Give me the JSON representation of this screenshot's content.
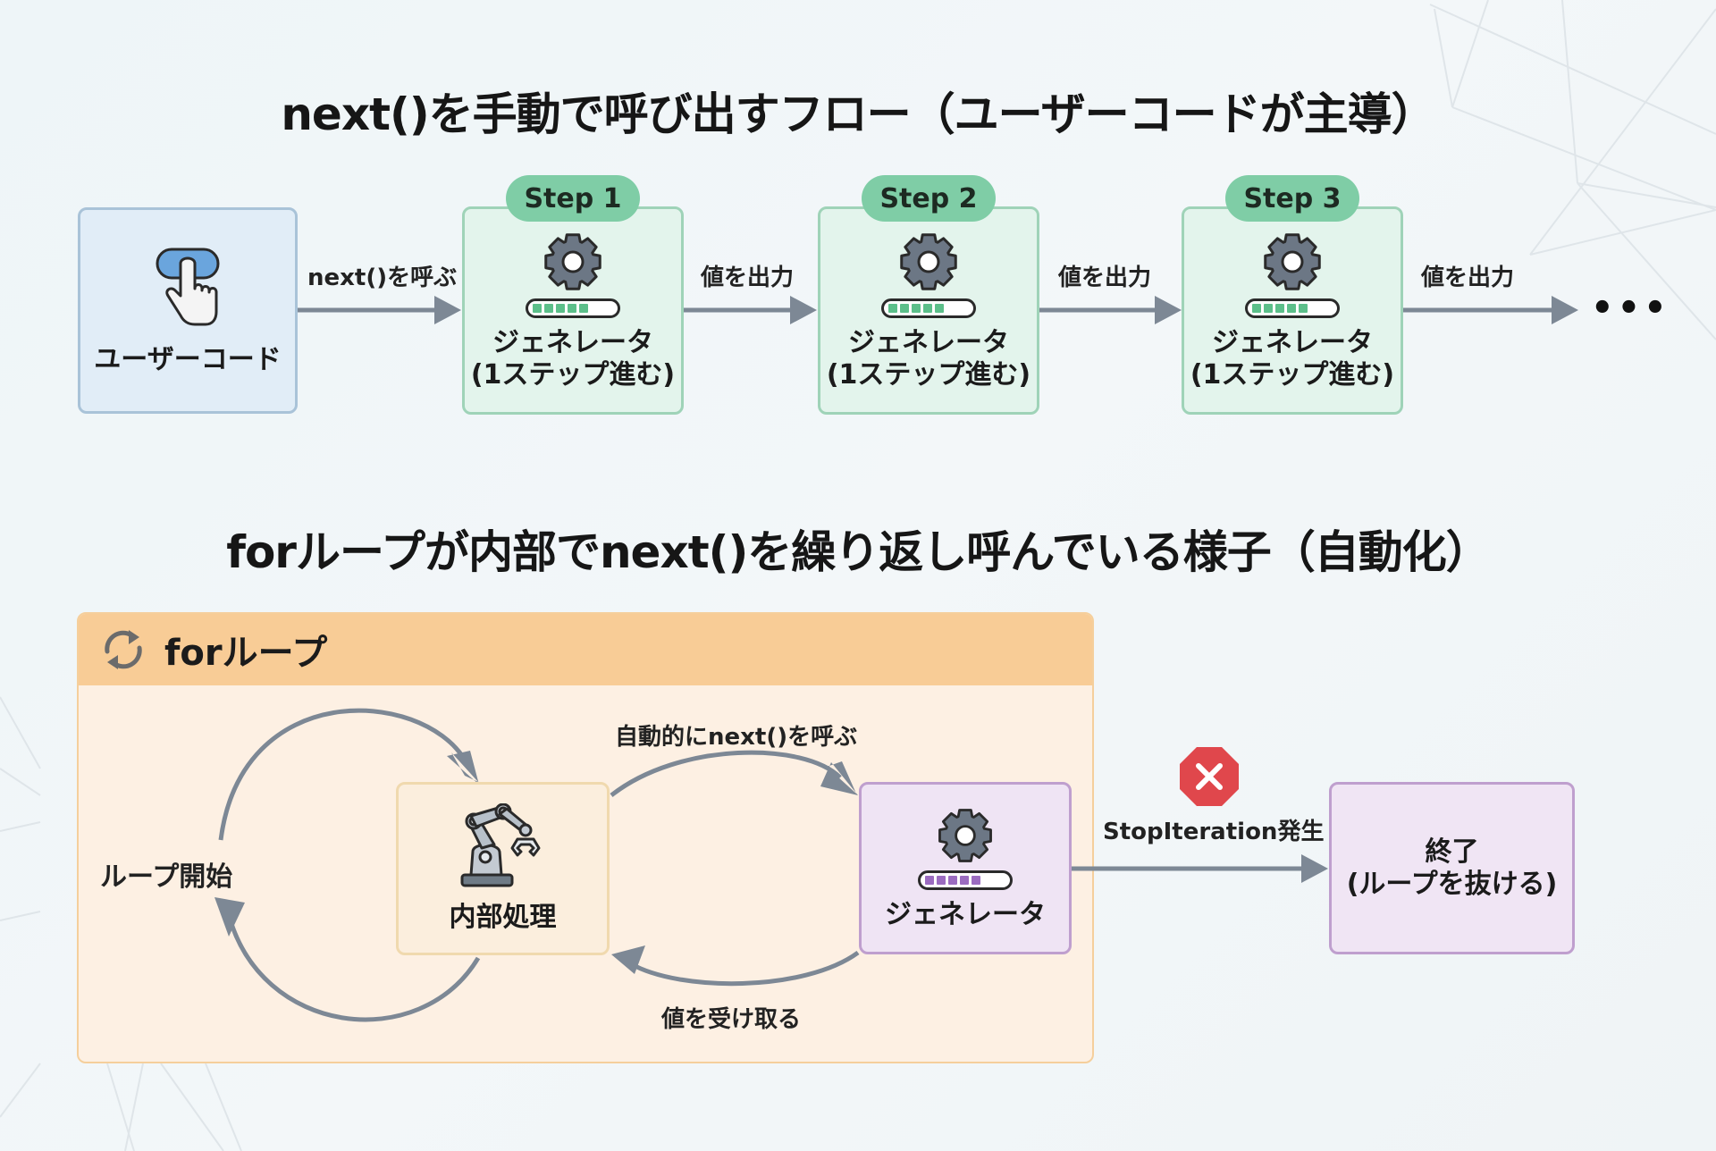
{
  "section1": {
    "title": "next()を手動で呼び出すフロー（ユーザーコードが主導）",
    "user_box": {
      "label": "ユーザーコード",
      "icon": "pointer-hand-button-icon"
    },
    "call_label": "next()を呼ぶ",
    "steps": [
      {
        "badge": "Step 1",
        "label_line1": "ジェネレータ",
        "label_line2": "(1ステップ進む)",
        "output_label": "値を出力",
        "progress": 0.62
      },
      {
        "badge": "Step 2",
        "label_line1": "ジェネレータ",
        "label_line2": "(1ステップ進む)",
        "output_label": "値を出力",
        "progress": 0.62
      },
      {
        "badge": "Step 3",
        "label_line1": "ジェネレータ",
        "label_line2": "(1ステップ進む)",
        "output_label": "値を出力",
        "progress": 0.62
      }
    ],
    "continuation": "•••"
  },
  "section2": {
    "title": "forループが内部でnext()を繰り返し呼んでいる様子（自動化）",
    "container_title": "forループ",
    "loop_start_label": "ループ開始",
    "inner_box_label": "内部処理",
    "auto_call_label": "自動的にnext()を呼ぶ",
    "receive_label": "値を受け取る",
    "generator_label": "ジェネレータ",
    "generator_progress": 0.62,
    "stop_label": "StopIteration発生",
    "end_line1": "終了",
    "end_line2": "(ループを抜ける)"
  },
  "colors": {
    "step_green": "#7fcda6",
    "progress_green": "#5cbf8a",
    "progress_purple": "#9b6cc0",
    "arrow_gray": "#7d8895",
    "stop_red": "#e0474c",
    "loop_orange": "#f8cc96"
  }
}
